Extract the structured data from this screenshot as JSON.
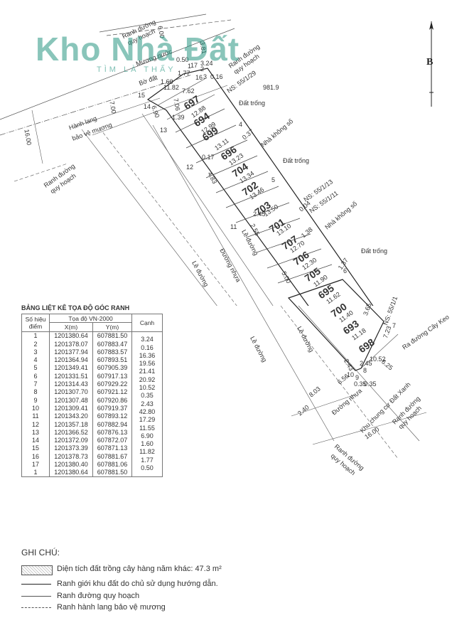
{
  "watermark": {
    "brand": "Nhà Đất",
    "prefix": "Kho",
    "sub": "TÌM LÀ THẤY"
  },
  "north_label": "B",
  "map_labels": {
    "ranh_duong_1": "Ranh đường",
    "quy_hoach_1": "quy hoạch",
    "ranh_duong_2": "Ranh đường",
    "quy_hoach_2": "quy hoạch",
    "ranh_duong_3": "Ranh đường",
    "quy_hoach_3": "quy hoạch",
    "muong_nuoc": "Mương nước",
    "bo_dat": "Bờ đất",
    "hanh_lang": "Hành lang",
    "bao_ve_muong": "bảo vệ mương",
    "dat_trong_1": "Đất trống",
    "dat_trong_2": "Đất trống",
    "dat_trong_3": "Đất trống",
    "nha_khong_so_1": "Nhà không số",
    "nha_khong_so_2": "Nhà không số",
    "ns_1": "NS: 55/1/29",
    "ns_2": "NS: 55/1/13",
    "ns_3": "NS: 55/1/11",
    "ns_4": "NS: 55/1/1",
    "ra_duong_cay_keo": "Ra đường Cây Keo",
    "duong_nhua_1": "Đường nhựa",
    "duong_nhua_2": "Đường nhựa",
    "le_duong_1": "Lề đường",
    "le_duong_2": "Lề đường",
    "le_duong_3": "Lề đường",
    "le_duong_4": "Lề đường",
    "khu_chung_cu": "Khu chung cư Đất Xanh",
    "ranh_duong_qh_4": "Ranh đường",
    "quy_hoach_4": "quy hoạch",
    "ranh_duong_qh_5": "Ranh đường",
    "quy_hoach_5": "quy hoạch",
    "val_981": "981.9",
    "dim_16a": "16.00",
    "dim_16b": "16.00",
    "dim_600": "6.00",
    "dim_700": "7.00"
  },
  "parcels": [
    "697",
    "694",
    "699",
    "696",
    "704",
    "702",
    "703",
    "701",
    "707",
    "706",
    "705",
    "695",
    "700",
    "693",
    "698"
  ],
  "parcel_widths": [
    "12.88",
    "12.99",
    "13.11",
    "13.23",
    "13.34",
    "13.46",
    "13.50",
    "13.10",
    "12.70",
    "12.30",
    "11.90",
    "11.62",
    "11.40",
    "11.18",
    "10.52"
  ],
  "points": [
    "1",
    "2",
    "3",
    "4",
    "5",
    "6",
    "7",
    "8",
    "9",
    "10",
    "11",
    "12",
    "13",
    "14",
    "15",
    "16",
    "17"
  ],
  "edge_labels": {
    "e1": "3.24",
    "e2": "0.16",
    "e3": "1.77",
    "e4": "0.50",
    "e5": "1.60",
    "e6": "0.37",
    "e7": "1.38",
    "e8": "1.37",
    "e9": "0.04",
    "e10": "0.35",
    "e11": "2.43",
    "e12": "6.56",
    "e13": "8.03",
    "e14": "2.40",
    "e15": "7.62",
    "e16": "1.39",
    "e17": "0.17",
    "e18": "2.45",
    "e19": "3.81",
    "e20": "11.82",
    "e21": "7.06",
    "e22": "6.90",
    "e23": "2.45",
    "e24": "7.23",
    "e25": "6.25",
    "e26": "0.35",
    "e27": "4.83",
    "e28": "2.55",
    "e29": "5.00",
    "e30": "3.65"
  },
  "table": {
    "title": "BẢNG LIỆT KÊ TỌA ĐỘ GÓC RANH",
    "head_point": "Số hiệu điểm",
    "head_coord": "Tọa độ VN-2000",
    "head_x": "X(m)",
    "head_y": "Y(m)",
    "head_edge": "Cạnh",
    "rows": [
      {
        "pt": "1",
        "x": "1201380.64",
        "y": "607881.50",
        "edge": "3.24"
      },
      {
        "pt": "2",
        "x": "1201378.07",
        "y": "607883.47",
        "edge": "0.16"
      },
      {
        "pt": "3",
        "x": "1201377.94",
        "y": "607883.57",
        "edge": "16.36"
      },
      {
        "pt": "4",
        "x": "1201364.94",
        "y": "607893.51",
        "edge": "19.56"
      },
      {
        "pt": "5",
        "x": "1201349.41",
        "y": "607905.39",
        "edge": "21.41"
      },
      {
        "pt": "6",
        "x": "1201331.51",
        "y": "607917.13",
        "edge": "20.92"
      },
      {
        "pt": "7",
        "x": "1201314.43",
        "y": "607929.22",
        "edge": "10.52"
      },
      {
        "pt": "8",
        "x": "1201307.70",
        "y": "607921.12",
        "edge": "0.35"
      },
      {
        "pt": "9",
        "x": "1201307.48",
        "y": "607920.86",
        "edge": "2.43"
      },
      {
        "pt": "10",
        "x": "1201309.41",
        "y": "607919.37",
        "edge": "42.80"
      },
      {
        "pt": "11",
        "x": "1201343.20",
        "y": "607893.12",
        "edge": "17.29"
      },
      {
        "pt": "12",
        "x": "1201357.18",
        "y": "607882.94",
        "edge": "11.55"
      },
      {
        "pt": "13",
        "x": "1201366.52",
        "y": "607876.13",
        "edge": "6.90"
      },
      {
        "pt": "14",
        "x": "1201372.09",
        "y": "607872.07",
        "edge": "1.60"
      },
      {
        "pt": "15",
        "x": "1201373.39",
        "y": "607871.13",
        "edge": "11.82"
      },
      {
        "pt": "16",
        "x": "1201378.73",
        "y": "607881.67",
        "edge": "1.77"
      },
      {
        "pt": "17",
        "x": "1201380.40",
        "y": "607881.06",
        "edge": "0.50"
      },
      {
        "pt": "1",
        "x": "1201380.64",
        "y": "607881.50",
        "edge": ""
      }
    ]
  },
  "notes": {
    "title": "GHI CHÚ:",
    "items": [
      "Diện tích đất trồng cây hàng năm khác: 47.3 m²",
      "Ranh giới khu đất do chủ sử dụng hướng dẫn.",
      "Ranh đường quy hoạch",
      "Ranh hành lang bảo vệ mương"
    ]
  },
  "colors": {
    "line": "#333333",
    "watermark": "#2a9682",
    "dotted_fill": "#bbbbbb"
  }
}
